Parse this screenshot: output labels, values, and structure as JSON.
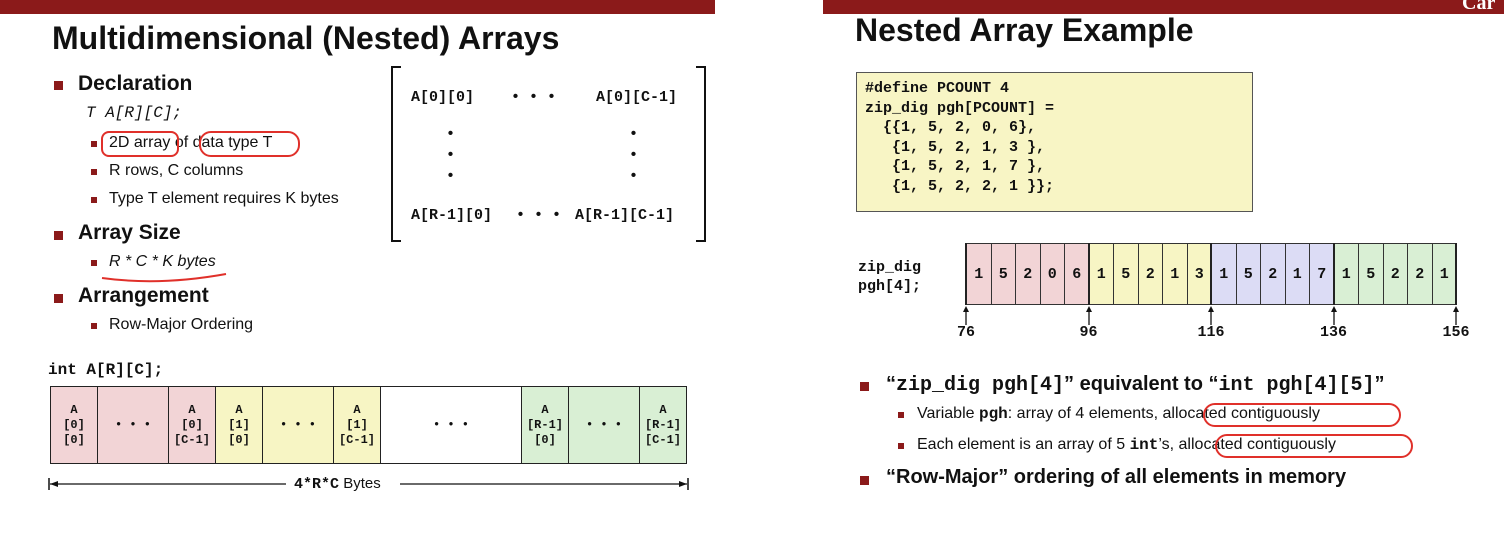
{
  "left": {
    "title": "Multidimensional (Nested) Arrays",
    "declaration": {
      "heading": "Declaration",
      "syntax": "T A[R][C];",
      "bullets": [
        "2D array",
        "of",
        "data type T",
        "R rows, C columns",
        "Type T element requires K bytes"
      ]
    },
    "array_size": {
      "heading": "Array Size",
      "formula": "R * C * K bytes"
    },
    "arrangement": {
      "heading": "Arrangement",
      "item": "Row-Major Ordering"
    },
    "matrix": {
      "top_left": "A[0][0]",
      "top_dots": "• • •",
      "top_right": "A[0][C-1]",
      "bot_left": "A[R-1][0]",
      "bot_dots": "• • •",
      "bot_right": "A[R-1][C-1]"
    },
    "mem_label": "int A[R][C];",
    "mem_cells": [
      {
        "text": "A\n[0]\n[0]",
        "color": "#f2d4d6"
      },
      {
        "text": "• • •",
        "color": "#f2d4d6"
      },
      {
        "text": "A\n[0]\n[C-1]",
        "color": "#f2d4d6"
      },
      {
        "text": "A\n[1]\n[0]",
        "color": "#f7f5c4"
      },
      {
        "text": "• • •",
        "color": "#f7f5c4"
      },
      {
        "text": "A\n[1]\n[C-1]",
        "color": "#f7f5c4"
      },
      {
        "text": "• • •",
        "color": "#ffffff"
      },
      {
        "text": "A\n[R-1]\n[0]",
        "color": "#d9efd4"
      },
      {
        "text": "• • •",
        "color": "#d9efd4"
      },
      {
        "text": "A\n[R-1]\n[C-1]",
        "color": "#d9efd4"
      }
    ],
    "bytes_label_mono": "4*R*C",
    "bytes_label": "Bytes"
  },
  "right": {
    "title": "Nested Array Example",
    "corner_text": "Car",
    "code": [
      "#define PCOUNT 4",
      "zip_dig pgh[PCOUNT] =",
      "  {{1, 5, 2, 0, 6},",
      "   {1, 5, 2, 1, 3 },",
      "   {1, 5, 2, 1, 7 },",
      "   {1, 5, 2, 2, 1 }};"
    ],
    "mem_label": [
      "zip_dig",
      "pgh[4];"
    ],
    "values": [
      "1",
      "5",
      "2",
      "0",
      "6",
      "1",
      "5",
      "2",
      "1",
      "3",
      "1",
      "5",
      "2",
      "1",
      "7",
      "1",
      "5",
      "2",
      "2",
      "1"
    ],
    "group_colors": [
      "#f2d4d6",
      "#f7f5c4",
      "#dcdcf5",
      "#d9efd4"
    ],
    "addresses": [
      "76",
      "96",
      "116",
      "136",
      "156"
    ],
    "bullet1": {
      "q1": "“",
      "m1": "zip_dig pgh[4]",
      "t1": "” equivalent to “",
      "m2": "int pgh[4][5]",
      "q2": "”"
    },
    "sub1": {
      "a": "Variable ",
      "m": "pgh",
      "b": ": array of 4 elements, ",
      "c": "allocated contiguously"
    },
    "sub2": {
      "a": "Each element is an array of 5 ",
      "m": "int",
      "b": "’s, ",
      "c": "allocated contiguously"
    },
    "bullet2": "“Row-Major” ordering of all elements in memory"
  }
}
